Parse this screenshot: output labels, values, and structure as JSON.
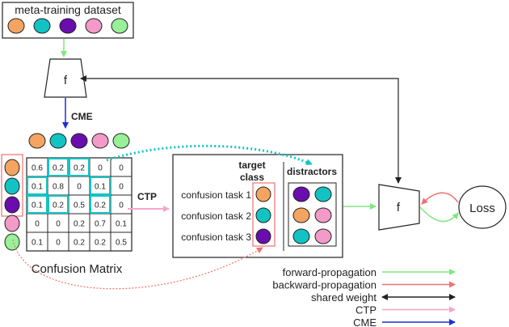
{
  "dataset": {
    "title": "meta-training dataset",
    "circles": [
      "#f4a460",
      "#12c3c3",
      "#6a0dad",
      "#f39ac8",
      "#98f098"
    ]
  },
  "encoder_top": {
    "label": "f"
  },
  "cme_arrow_label": "CME",
  "matrix": {
    "title": "Confusion Matrix",
    "column_circles": [
      "#f4a460",
      "#12c3c3",
      "#6a0dad",
      "#f39ac8",
      "#98f098"
    ],
    "row_circles": [
      "#f4a460",
      "#12c3c3",
      "#6a0dad",
      "#f39ac8",
      "#98f098"
    ],
    "rows": [
      [
        "0.6",
        "0.2",
        "0.2",
        "0",
        "0"
      ],
      [
        "0.1",
        "0.8",
        "0",
        "0.1",
        "0"
      ],
      [
        "0.1",
        "0.2",
        "0.5",
        "0.2",
        "0"
      ],
      [
        "0",
        "0",
        "0.2",
        "0.7",
        "0.1"
      ],
      [
        "0.1",
        "0",
        "0.2",
        "0.2",
        "0.5"
      ]
    ]
  },
  "ctp_label": "CTP",
  "tasks": {
    "target_label": "target class",
    "distractors_label": "distractors",
    "items": [
      {
        "label": "confusion task 1",
        "target": "#f4a460",
        "distractors": [
          "#6a0dad",
          "#12c3c3"
        ]
      },
      {
        "label": "confusion task 2",
        "target": "#12c3c3",
        "distractors": [
          "#f4a460",
          "#f39ac8"
        ]
      },
      {
        "label": "confusion task 3",
        "target": "#6a0dad",
        "distractors": [
          "#12c3c3",
          "#f39ac8"
        ]
      }
    ]
  },
  "encoder_right": {
    "label": "f"
  },
  "loss": {
    "label": "Loss"
  },
  "legend": [
    {
      "label": "forward-propagation",
      "color": "#7ee87e",
      "style": "single"
    },
    {
      "label": "backward-propagation",
      "color": "#f07070",
      "style": "single"
    },
    {
      "label": "shared weight",
      "color": "#222222",
      "style": "double"
    },
    {
      "label": "CTP",
      "color": "#f7a6c8",
      "style": "single"
    },
    {
      "label": "CME",
      "color": "#1a2fd6",
      "style": "single"
    }
  ]
}
